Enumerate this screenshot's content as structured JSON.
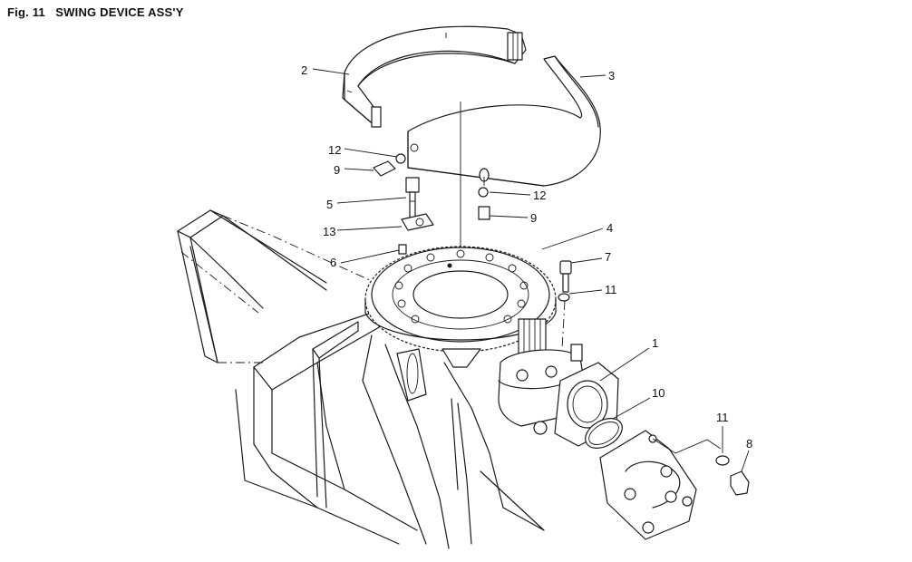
{
  "figure": {
    "title": "Fig. 11   SWING DEVICE ASS'Y"
  },
  "callouts": [
    {
      "id": "c2",
      "label": "2"
    },
    {
      "id": "c3",
      "label": "3"
    },
    {
      "id": "c12a",
      "label": "12"
    },
    {
      "id": "c9a",
      "label": "9"
    },
    {
      "id": "c5",
      "label": "5"
    },
    {
      "id": "c13",
      "label": "13"
    },
    {
      "id": "c6",
      "label": "6"
    },
    {
      "id": "c12b",
      "label": "12"
    },
    {
      "id": "c9b",
      "label": "9"
    },
    {
      "id": "c4",
      "label": "4"
    },
    {
      "id": "c7",
      "label": "7"
    },
    {
      "id": "c11a",
      "label": "11"
    },
    {
      "id": "c1",
      "label": "1"
    },
    {
      "id": "c10",
      "label": "10"
    },
    {
      "id": "c11b",
      "label": "11"
    },
    {
      "id": "c8",
      "label": "8"
    }
  ]
}
